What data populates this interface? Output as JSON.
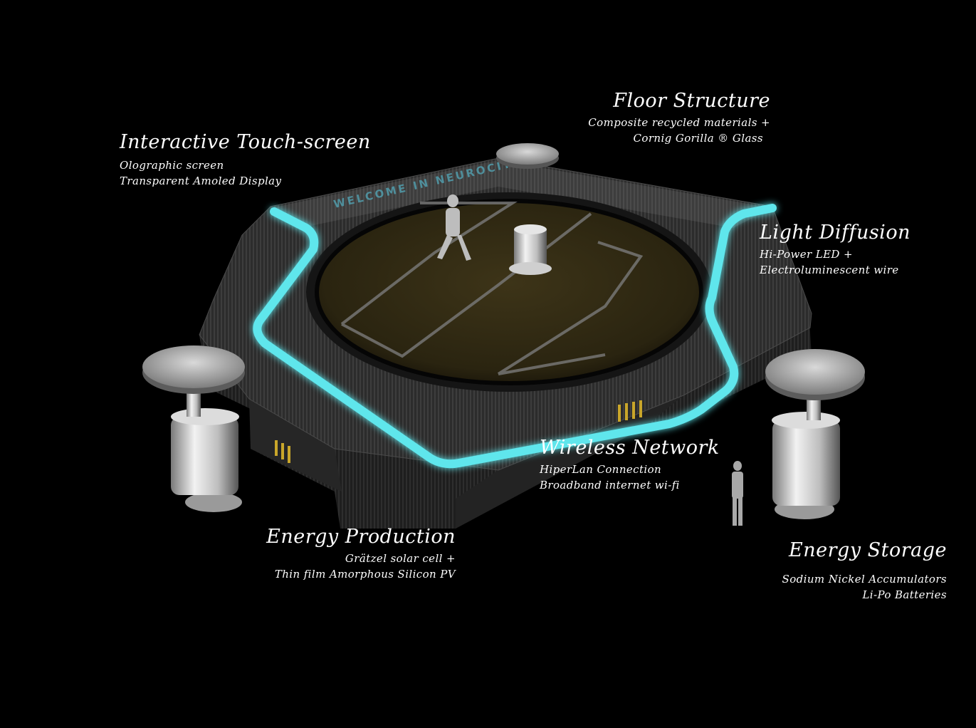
{
  "screen_text": "WELCOME IN NEUROCITY",
  "colors": {
    "background": "#000000",
    "led": "#5fe6ec",
    "platform": "#2b2b2b",
    "text": "#ffffff",
    "stripes": "#c9a62a"
  },
  "labels": {
    "touchscreen": {
      "title": "Interactive Touch-screen",
      "lines": [
        "Olographic screen",
        "Transparent Amoled Display"
      ]
    },
    "floor": {
      "title": "Floor Structure",
      "lines": [
        "Composite recycled materials +",
        "Cornig Gorilla ® Glass"
      ]
    },
    "light": {
      "title": "Light Diffusion",
      "lines": [
        "Hi-Power LED +",
        "Electroluminescent wire"
      ]
    },
    "wireless": {
      "title": "Wireless Network",
      "lines": [
        "HiperLan Connection",
        "Broadband internet wi-fi"
      ]
    },
    "production": {
      "title": "Energy Production",
      "lines": [
        "Grätzel solar cell +",
        "Thin film Amorphous Silicon PV"
      ]
    },
    "storage": {
      "title": "Energy Storage",
      "lines": [
        "Sodium Nickel Accumulators",
        "Li-Po Batteries"
      ]
    }
  }
}
